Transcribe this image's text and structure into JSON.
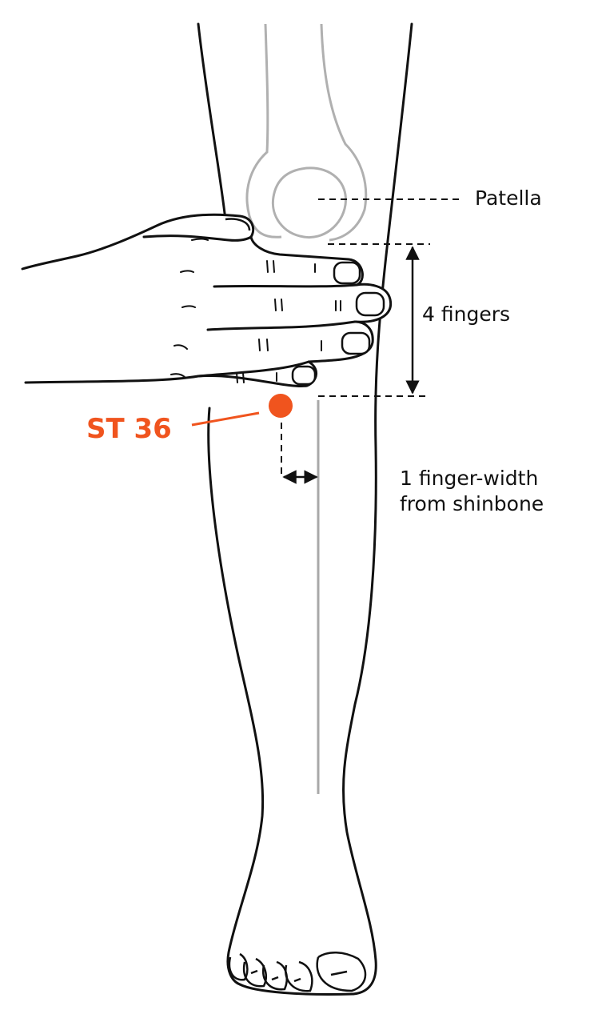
{
  "labels": {
    "patella": "Patella",
    "four_fingers": "4 fingers",
    "finger_width_line1": "1 finger-width",
    "finger_width_line2": "from shinbone",
    "acupoint": "ST 36"
  },
  "colors": {
    "acupoint": "#f0541e",
    "outline": "#111111",
    "bone": "#b0b0b0"
  },
  "icons": {
    "measure_arrow": "double-arrow-icon",
    "acupoint_marker": "dot-icon"
  }
}
